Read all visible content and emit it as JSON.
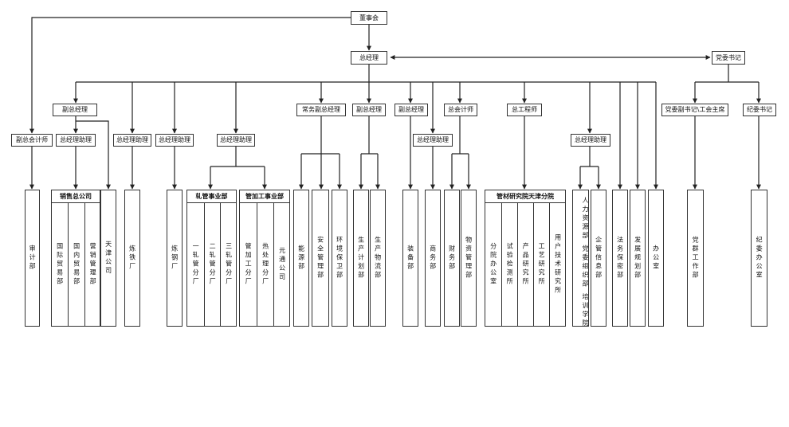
{
  "nodes": {
    "board": "董事会",
    "gm": "总经理",
    "party_secretary": "党委书记",
    "deputy_accountant": "副总会计师",
    "deputy_gm_1": "副总经理",
    "assistant_sales": "总经理助理",
    "assistant_iron": "总经理助理",
    "assistant_steel": "总经理助理",
    "assistant_rolling": "总经理助理",
    "exec_deputy_gm": "常务副总经理",
    "deputy_gm_2": "副总经理",
    "deputy_gm_3": "副总经理",
    "assistant_commerce": "总经理助理",
    "chief_accountant": "总会计师",
    "chief_engineer": "总工程师",
    "assistant_hr": "总经理助理",
    "deputy_party_secretary": "党委副书记\\工会主席",
    "discipline_secretary": "纪委书记"
  },
  "groups": {
    "sales": {
      "title": "销售总公司",
      "units": [
        "国际贸易部",
        "国内贸易部",
        "营销管理部"
      ]
    },
    "rolling": {
      "title": "轧管事业部",
      "units": [
        "一轧管分厂",
        "二轧管分厂",
        "三轧管分厂"
      ]
    },
    "processing": {
      "title": "管加工事业部",
      "units": [
        "管加工分厂",
        "热处理分厂",
        "元通公司"
      ]
    },
    "research": {
      "title": "管材研究院天津分院",
      "units": [
        "分院办公室",
        "试验检测所",
        "产品研究所",
        "工艺研究所",
        "用户技术研究所"
      ]
    }
  },
  "departments": {
    "audit": "审计部",
    "tianjin_co": "天津公司",
    "ironworks": "炼铁厂",
    "steelworks": "炼钢厂",
    "energy": "能源部",
    "safety": "安全管理部",
    "environment": "环境保卫部",
    "production_plan": "生产计划部",
    "production_logistics": "生产物流部",
    "equipment": "装备部",
    "commerce": "商务部",
    "finance": "财务部",
    "materials": "物资管理部",
    "hr": "人力资源部 党委组织部 培训学院",
    "enterprise_info": "企管信息部",
    "legal": "法务保密部",
    "development": "发展规划部",
    "office": "办公室",
    "party_work": "党群工作部",
    "discipline_office": "纪委办公室"
  }
}
